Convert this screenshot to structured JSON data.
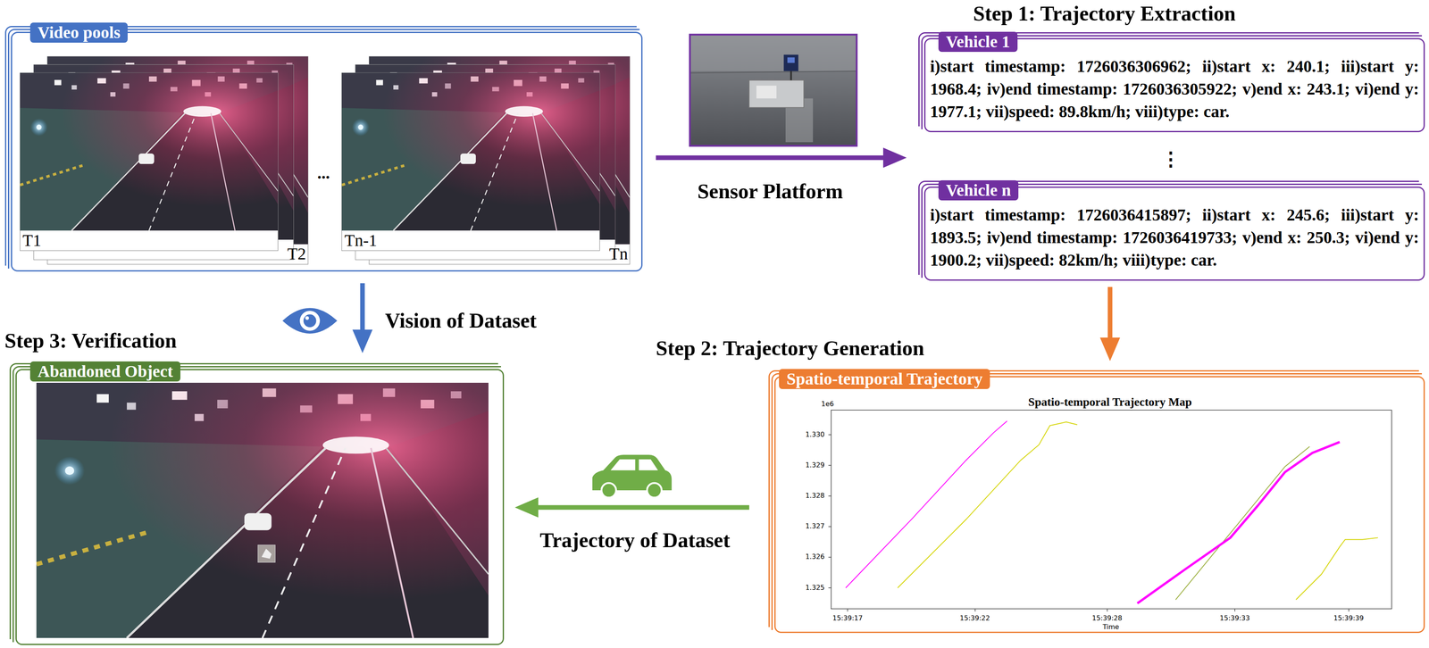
{
  "diagram": {
    "nodes": [
      {
        "text": [
          "Video pools"
        ]
      },
      {
        "text": [
          "Step 1: Trajectory Extraction"
        ]
      },
      {
        "text": [
          "Vehicle 1",
          "i)start timestamp: 1726036306962; ii)start x: 240.1; iii)start y: 1968.4; iv)end timestamp: 1726036305922; v)end x: 243.1; vi)end y: 1977.1; vii)speed: 89.8km/h; viii)type: car."
        ],
        "in": 1
      },
      {
        "text": [
          "Vehicle n",
          "i)start timestamp: 1726036415897; ii)start x: 245.6; iii)start y: 1893.5; iv)end timestamp: 1726036419733; v)end x: 250.3; vi)end y: 1900.2; vii)speed: 82km/h; viii)type: car."
        ],
        "in": 1
      },
      {
        "text": [
          "Step 2: Trajectory Generation",
          "Spatio-temporal Trajectory"
        ]
      },
      {
        "text": [
          "Step 3: Verification",
          "Abandoned Object"
        ]
      }
    ],
    "edges": [
      {
        "from": 0,
        "to": 1,
        "arrow": "to",
        "label": "Sensor Platform"
      },
      {
        "from": 1,
        "to": 4,
        "arrow": "to"
      },
      {
        "from": 4,
        "to": 5,
        "arrow": "to",
        "label": "Trajectory of Dataset"
      },
      {
        "from": 0,
        "to": 5,
        "arrow": "to",
        "label": "Vision of Dataset"
      }
    ],
    "labels": [
      "T1",
      "T2",
      "...",
      "Tn-1",
      "Tn",
      "⋮",
      "Spatio-temporal Trajectory Map",
      "1e6",
      "1.330",
      "1.329",
      "1.328",
      "1.327",
      "1.326",
      "1.325",
      "15:39:17",
      "15:39:22",
      "15:39:28",
      "15:39:33",
      "15:39:39",
      "Time"
    ]
  }
}
